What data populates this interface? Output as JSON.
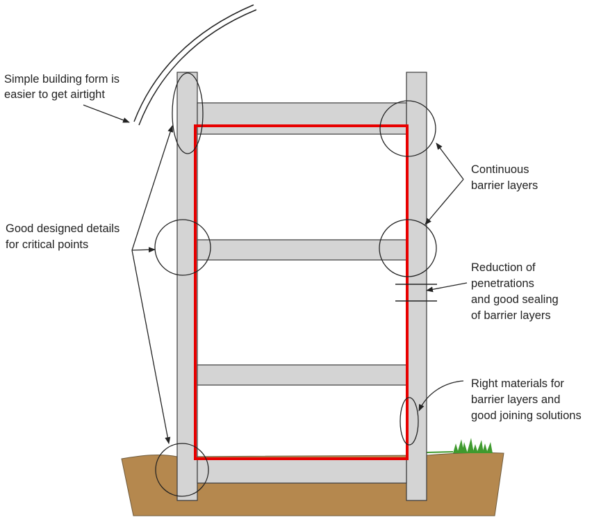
{
  "colors": {
    "structure": "#d4d4d4",
    "structure_stroke": "#3a3a3a",
    "barrier": "#e80000",
    "ground": "#b5884e",
    "ground_stroke": "#6e5a3c",
    "grass": "#3f9a2e",
    "outline": "#222222"
  },
  "icons": [
    "grass-tuft-icon"
  ],
  "labels": {
    "simple_form": [
      "Simple building form is",
      "easier to get airtight"
    ],
    "good_details": [
      "Good designed details",
      "for critical points"
    ],
    "continuous": [
      "Continuous",
      "barrier layers"
    ],
    "penetrations": [
      "Reduction of",
      "penetrations",
      "and good sealing",
      "of barrier layers"
    ],
    "materials": [
      "Right materials for",
      "barrier layers and",
      "good joining solutions"
    ]
  }
}
